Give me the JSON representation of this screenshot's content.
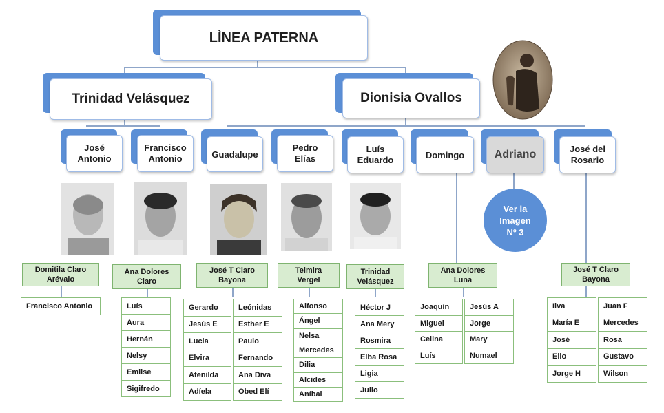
{
  "title": "LÌNEA PATERNA",
  "parents": {
    "father": "Trinidad Velásquez",
    "mother": "Dionisia Ovallos"
  },
  "children": [
    {
      "name": "José Antonio",
      "line1": "José",
      "line2": "Antonio",
      "spouse1": "Domitila Claro",
      "spouse2": "Arévalo",
      "kids": [
        "Francisco Antonio"
      ]
    },
    {
      "name": "Francisco Antonio",
      "line1": "Francisco",
      "line2": "Antonio",
      "spouse1": "Ana Dolores",
      "spouse2": "Claro",
      "kids": [
        "Luís",
        "Aura",
        "Hernán",
        "Nelsy",
        "Emilse",
        "Sigifredo"
      ]
    },
    {
      "name": "Guadalupe",
      "line1": "Guadalupe",
      "line2": "",
      "spouse1": "José T Claro",
      "spouse2": "Bayona",
      "kids_left": [
        "Gerardo",
        "Jesús  E",
        "Lucia",
        "Elvira",
        "Atenilda",
        "Adíela"
      ],
      "kids_right": [
        "Leónidas",
        "Esther E",
        "Paulo",
        "Fernando",
        "Ana Diva",
        "Obed Elí"
      ]
    },
    {
      "name": "Pedro Elías",
      "line1": "Pedro",
      "line2": "Elías",
      "spouse1": "Telmira",
      "spouse2": "Vergel",
      "kids": [
        "Alfonso",
        "Ángel",
        "Nelsa",
        "Mercedes",
        "Dilia",
        "Alcides",
        "Aníbal"
      ]
    },
    {
      "name": "Luís Eduardo",
      "line1": "Luís",
      "line2": "Eduardo",
      "spouse1": "Trinidad",
      "spouse2": "Velásquez",
      "kids": [
        "Héctor J",
        "Ana Mery",
        "Rosmira",
        "Elba Rosa",
        "Ligia",
        "Julio"
      ]
    },
    {
      "name": "Domingo",
      "line1": "Domingo",
      "line2": "",
      "spouse1": "Ana Dolores",
      "spouse2": "Luna",
      "kids_left": [
        "Joaquín",
        "Miguel",
        "Celina",
        "Luís"
      ],
      "kids_right": [
        "Jesús A",
        "Jorge",
        "Mary",
        "Numael"
      ]
    },
    {
      "name": "Adriano",
      "line1": "Adriano",
      "line2": ""
    },
    {
      "name": "José del Rosario",
      "line1": "José del",
      "line2": "Rosario",
      "spouse1": "José T Claro",
      "spouse2": "Bayona",
      "kids_left": [
        "Ilva",
        "María  E",
        "José",
        "Elio",
        "Jorge H"
      ],
      "kids_right": [
        "Juan F",
        "Mercedes",
        "Rosa",
        "Gustavo",
        "Wilson"
      ]
    }
  ],
  "note": {
    "line1": "Ver la",
    "line2": "Imagen",
    "line3": "Nº 3"
  },
  "colors": {
    "accent": "#5b8fd6",
    "green_fill": "#d8ecd0",
    "green_border": "#7fb470",
    "connector": "#8fa6c9"
  }
}
